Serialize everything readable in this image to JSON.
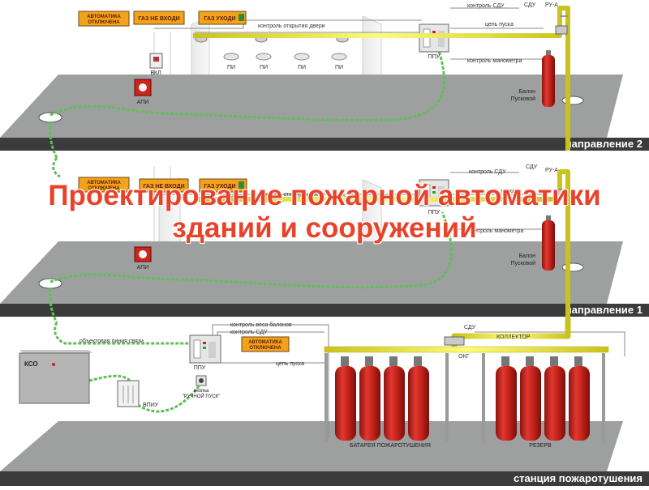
{
  "slide": {
    "title_line1": "Проектирование пожарной автоматики",
    "title_line2": "зданий и сооружений"
  },
  "level_top": {
    "direction_label": "направление 2",
    "warn_auto": [
      "АВТОМАТИКА",
      "ОТКЛЮЧЕНА"
    ],
    "warn_gas_no_enter": "ГАЗ НЕ ВХОДИ",
    "warn_gas_leave": "ГАЗ УХОДИ",
    "door_control": "контроль открытия двери",
    "sdu_control": "контроль СДУ",
    "sdu_tag": "СДУ",
    "ru_tag": "РУ-А",
    "start_circuit": "цепь пуска",
    "ppu": "ППУ",
    "manometer_control": "контроль манометра",
    "vkl": "ВКЛ",
    "api": "АПИ",
    "detector_label": "ПИ",
    "cylinder": [
      "Балон",
      "Пусковой"
    ]
  },
  "level_mid": {
    "direction_label": "направление 1",
    "warn_auto": [
      "АВТОМАТИКА",
      "ОТКЛЮЧЕНА"
    ],
    "warn_gas_no_enter": "ГАЗ НЕ ВХОДИ",
    "warn_gas_leave": "ГАЗ УХОДИ",
    "door_control": "контроль открытия двери",
    "sdu_control": "контроль СДУ",
    "sdu_tag": "СДУ",
    "ru_tag": "РУ-А",
    "start_circuit": "цепь пуска",
    "ppu": "ППУ",
    "manometer_control": "контроль манометра",
    "api": "АПИ",
    "cylinder": [
      "Балон",
      "Пусковой"
    ]
  },
  "level_bottom": {
    "station_label": "станция пожаротушения",
    "kso": "КСО",
    "object_line": "объектовая линия связи",
    "weight_control": "контроль веса балонов",
    "sdu_control": "контроль СДУ",
    "sdu_tag": "СДУ",
    "collector": "КОЛЛЕКТОР",
    "okg": "ОКГ",
    "start_circuit": "цепь пуска",
    "ppu": "ППУ",
    "warn_auto": [
      "АВТОМАТИКА",
      "ОТКЛЮЧЕНА"
    ],
    "button": [
      "кнопка",
      "\"РУЧНОЙ ПУСК\""
    ],
    "vpiu": "ВПИУ",
    "battery": "БАТАРЕЯ ПОЖАРОТУШЕНИЯ",
    "reserve": "РЕЗЕРВ"
  },
  "colors": {
    "floor": "#9ea0a0",
    "floor_edge": "#3b3b3b",
    "pipe": "#f2ef3a",
    "cable": "#5fbf57",
    "cylinder": "#d42a22",
    "warning_bg": "#f3a21d",
    "title": "#e8432a"
  }
}
